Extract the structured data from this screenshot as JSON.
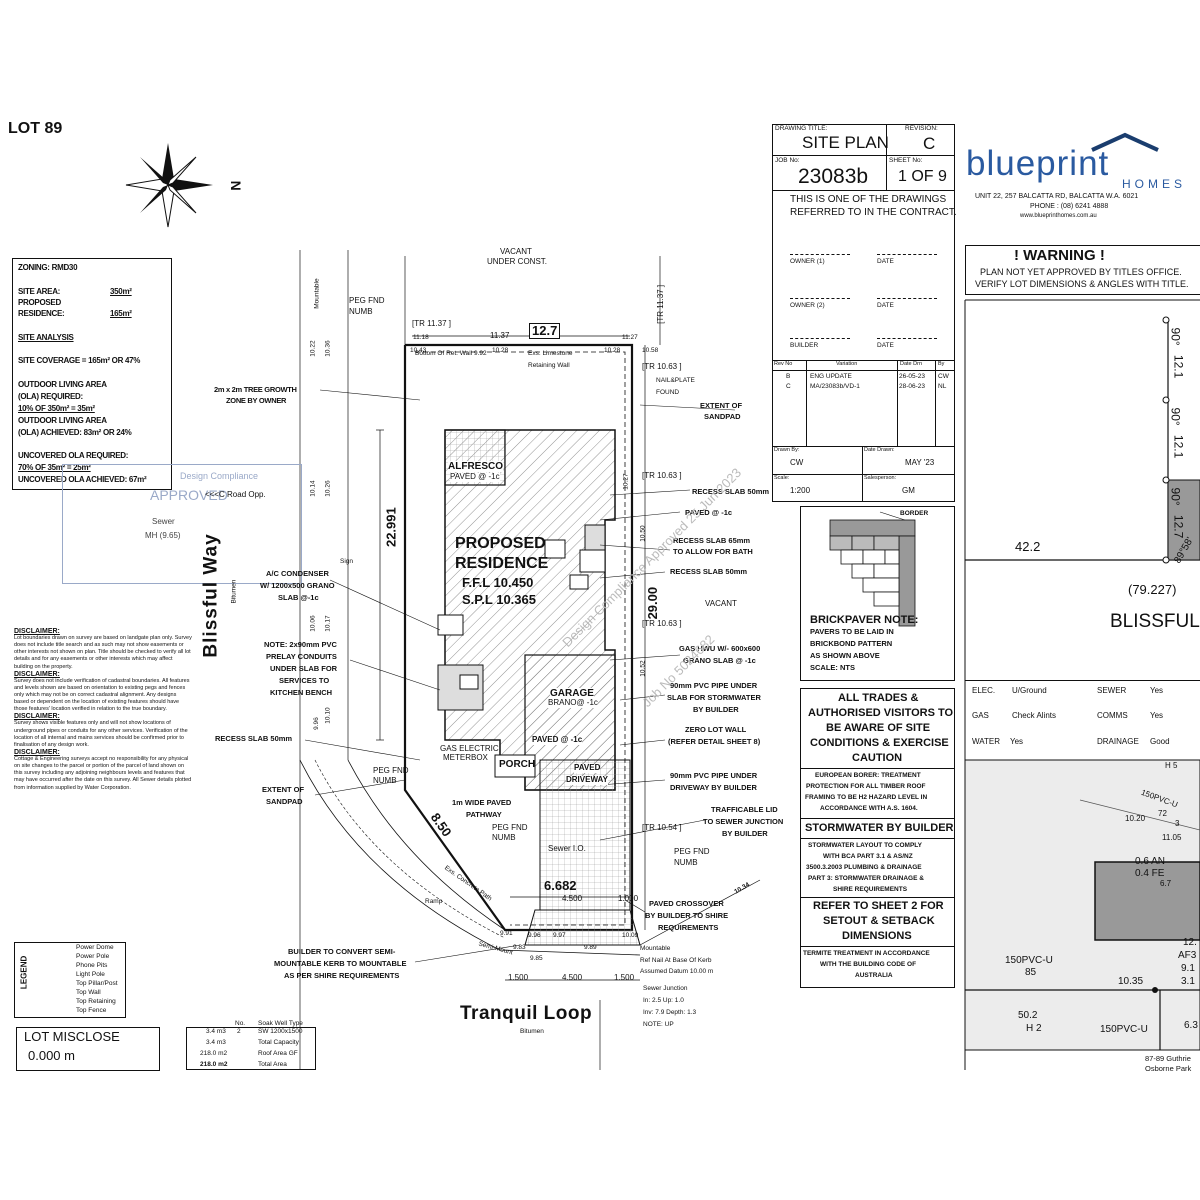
{
  "lot_label": "LOT 89",
  "north": "N",
  "street_left": "Blissful Way",
  "street_left_sub": "Bitumen",
  "street_bottom": "Tranquil Loop",
  "street_bottom_sub": "Bitumen",
  "zoning": {
    "zoning": "ZONING: RMD30",
    "site_area_label": "SITE AREA:",
    "site_area_value": "350m²",
    "proposed_label": "PROPOSED",
    "residence_label": "RESIDENCE:",
    "residence_value": "165m²",
    "site_analysis": "SITE ANALYSIS",
    "site_coverage": "SITE COVERAGE = 165m² OR 47%",
    "ola1": "OUTDOOR LIVING AREA",
    "ola2": "(OLA) REQUIRED:",
    "ola3": "10% OF 350m² = 35m²",
    "ola4": "OUTDOOR LIVING AREA",
    "ola5": "(OLA) ACHIEVED: 83m² OR 24%",
    "unc1": "UNCOVERED OLA REQUIRED:",
    "unc2": "70% OF 35m² = 25m²",
    "unc3": "UNCOVERED OLA ACHIEVED: 67m²"
  },
  "stamp": {
    "approved": "APPROVED",
    "design": "Design Compliance",
    "sewer": "Sewer",
    "mh": "MH (9.65)",
    "road_opp": "<<<C Road Opp."
  },
  "disclaimers": [
    {
      "title": "DISCLAIMER:",
      "body": "Lot boundaries drawn on survey are based on landgate plan only. Survey does not include title search and as such may not show easements or other interests not shown on plan. Title should be checked to verify all lot details and for any easements or other interests which may affect building on the property."
    },
    {
      "title": "DISCLAIMER:",
      "body": "Survey does not include verification of cadastral boundaries. All features and levels shown are based on orientation to existing pegs and fences only which may not be on correct cadastral alignment. Any designs based or dependent on the location of existing features should have those features' location verified in relation to the true boundary."
    },
    {
      "title": "DISCLAIMER:",
      "body": "Survey shows visible features only and will not show locations of underground pipes or conduits for any other services. Verification of the location of all internal and mains services should be confirmed prior to finalisation of any design work."
    },
    {
      "title": "DISCLAIMER:",
      "body": "Cottage & Engineering surveys accept no responsibility for any physical on site changes to the parcel or portion of the parcel of land shown on this survey including any adjoining neighbours levels and features that may have occurred after the date on this survey. All Sewer details plotted from information supplied by Water Corporation."
    }
  ],
  "legend": {
    "title": "LEGEND",
    "items": [
      "Power Dome",
      "Power Pole",
      "Phone Pits",
      "Light Pole",
      "Top Pillar/Post",
      "Top Wall",
      "Top Retaining",
      "Top Fence"
    ]
  },
  "misclose": {
    "label": "LOT MISCLOSE",
    "value": "0.000 m"
  },
  "soak": {
    "headers": [
      "No.",
      "Soak Well Type"
    ],
    "rows": [
      [
        "3.4 m3",
        "2",
        "SW 1200x1500"
      ],
      [
        "3.4 m3",
        "",
        "Total Capacity"
      ],
      [
        "218.0 m2",
        "",
        "Roof Area GF"
      ],
      [
        "218.0 m2",
        "",
        "Total Area"
      ]
    ]
  },
  "plan": {
    "proposed1": "PROPOSED",
    "proposed2": "RESIDENCE",
    "ffl": "F.F.L 10.450",
    "spl": "S.P.L 10.365",
    "alfresco": "ALFRESCO",
    "alfresco_sub": "PAVED @ -1c",
    "garage": "GARAGE",
    "garage_sub": "BRANO@ -1c",
    "porch": "PORCH",
    "paved_driveway1": "PAVED",
    "paved_driveway2": "DRIVEWAY",
    "paved_c1": "PAVED @ -1c",
    "paved_c2": "PAVED @ -1c",
    "dims": {
      "d22": "22.991",
      "d29": "29.00",
      "d127": "12.7",
      "d850": "8.50",
      "d6682": "6.682",
      "d1137": "11.37",
      "d4500a": "4.500",
      "d1500a": "1.500",
      "d4500b": "4.500",
      "d1500b": "1.500",
      "d1000": "1.000"
    },
    "vacant_top": "VACANT",
    "vacant_top2": "UNDER CONST.",
    "vacant_right": "VACANT",
    "peg1": "PEG FND",
    "peg1b": "NUMB",
    "peg2": "PEG FND",
    "peg2b": "NUMB",
    "peg3": "PEG FND",
    "peg3b": "NUMB",
    "peg4": "PEG FND",
    "peg4b": "NUMB",
    "mountable": "Mountable",
    "sign": "Sign",
    "ramp": "Ramp",
    "semi": "Semi-Mount",
    "sewer_io": "Sewer I.O.",
    "gas_electric": "GAS ELECTRIC",
    "meterbox": "METERBOX",
    "levels": {
      "l1": "10.43",
      "l2": "10.28",
      "l3": "10.28",
      "l4": "10.58",
      "l5": "11.18",
      "l6": "11.27",
      "l7": "10.22",
      "l8": "10.36",
      "l9": "10.14",
      "l10": "10.26",
      "l11": "10.06",
      "l12": "10.17",
      "l13": "10.10",
      "l14": "9.96",
      "l15": "9.83",
      "l16": "9.85",
      "l17": "9.89",
      "l18": "10.09",
      "l19": "9.91",
      "l20": "9.96",
      "l21": "9.97",
      "l22": "10.34",
      "l23": "10.27",
      "l24": "10.52",
      "l25": "10.50"
    },
    "tr1": "[TR 11.37 ]",
    "tr2": "[TR 10.63 ]",
    "tr3": "[TR 10.63 ]",
    "tr4": "[TR 10.63 ]",
    "tr5": "[TR 10.54 ]",
    "tr6": "[TR 11.37 ]",
    "bottom_ret": "Bottom Of Ret. Wall 9.92",
    "exs_lime": "Exs. Limestone",
    "ret_wall": "Retaining Wall",
    "ref_nail": "Ref Nail At Base Of Kerb",
    "datum": "Assumed Datum 10.00 m",
    "sewer_junction": "Sewer Junction",
    "inv1": "In: 2.5 Up: 1.0",
    "inv2": "Inv: 7.9 Depth: 1.3",
    "note_up": "NOTE: UP",
    "mountable2": "Mountable",
    "conc_path": "Exs. Concrete Path"
  },
  "callouts": {
    "tree": [
      "2m x 2m TREE GROWTH",
      "ZONE BY OWNER"
    ],
    "nail": [
      "NAIL&PLATE",
      "FOUND"
    ],
    "sandpad1": [
      "EXTENT OF",
      "SANDPAD"
    ],
    "recess1": "RECESS SLAB 50mm",
    "paved_c": "PAVED @ -1c",
    "recess65": [
      "RECESS SLAB 65mm",
      "TO ALLOW FOR BATH"
    ],
    "recess50b": "RECESS SLAB 50mm",
    "ac": [
      "A/C CONDENSER",
      "W/ 1200x500 GRANO",
      "SLAB @-1c"
    ],
    "pvc": [
      "NOTE: 2x90mm PVC",
      "PRELAY CONDUITS",
      "UNDER SLAB FOR",
      "SERVICES TO",
      "KITCHEN BENCH"
    ],
    "gas": [
      "GAS HWU W/- 600x600",
      "GRANO SLAB @ -1c"
    ],
    "pipe90": [
      "90mm PVC PIPE UNDER",
      "SLAB FOR STORMWATER",
      "BY BUILDER"
    ],
    "zero": [
      "ZERO LOT WALL",
      "(REFER DETAIL SHEET 8)"
    ],
    "recess50c": "RECESS SLAB 50mm",
    "pipe90b": [
      "90mm PVC PIPE UNDER",
      "DRIVEWAY BY BUILDER"
    ],
    "sandpad2": [
      "EXTENT OF",
      "SANDPAD"
    ],
    "pathway": [
      "1m WIDE PAVED",
      "PATHWAY"
    ],
    "trafficable": [
      "TRAFFICABLE LID",
      "TO SEWER JUNCTION",
      "BY BUILDER"
    ],
    "crossover": [
      "PAVED CROSSOVER",
      "BY BUILDER TO SHIRE",
      "REQUIREMENTS"
    ],
    "kerb": [
      "BUILDER TO CONVERT SEMI-",
      "MOUNTABLE KERB TO MOUNTABLE",
      "AS PER SHIRE REQUIREMENTS"
    ]
  },
  "title_block": {
    "drawing_title_label": "DRAWING TITLE:",
    "drawing_title": "SITE PLAN",
    "revision_label": "REVISION:",
    "revision": "C",
    "job_label": "JOB No:",
    "job_no": "23083b",
    "sheet_label": "SHEET No:",
    "sheet": "1 OF 9",
    "contract1": "THIS IS ONE OF THE DRAWINGS",
    "contract2": "REFERRED TO IN THE CONTRACT.",
    "owner1": "OWNER (1)",
    "owner2": "OWNER (2)",
    "builder": "BUILDER",
    "date": "DATE",
    "rev_headers": [
      "Rev No",
      "Variation",
      "Date Drn",
      "By"
    ],
    "revs": [
      [
        "B",
        "ENG UPDATE",
        "26-05-23",
        "CW"
      ],
      [
        "C",
        "MA/23083b/VD-1",
        "28-06-23",
        "NL"
      ]
    ],
    "drawn_by_label": "Drawn By:",
    "drawn_by": "CW",
    "date_drawn_label": "Date Drawn:",
    "date_drawn": "MAY '23",
    "scale_label": "Scale:",
    "scale": "1:200",
    "salesperson_label": "Salesperson:",
    "salesperson": "GM"
  },
  "company": {
    "brand1": "blueprint",
    "brand2": "HOMES",
    "addr": "UNIT 22, 257 BALCATTA RD, BALCATTA W.A. 6021",
    "phone": "PHONE : (08) 6241 4888",
    "web": "www.blueprinthomes.com.au"
  },
  "warning": {
    "title": "!  WARNING  !",
    "line1": "PLAN NOT YET APPROVED BY TITLES OFFICE.",
    "line2": "VERIFY LOT DIMENSIONS & ANGLES WITH TITLE."
  },
  "brickpaver": {
    "border": "BORDER",
    "title": "BRICKPAVER NOTE:",
    "l1": "PAVERS TO BE LAID IN",
    "l2": "BRICKBOND PATTERN",
    "l3": "AS SHOWN ABOVE",
    "l4": "SCALE: NTS"
  },
  "notes": {
    "trades": [
      "ALL TRADES &",
      "AUTHORISED VISITORS TO",
      "BE AWARE OF SITE",
      "CONDITIONS & EXERCISE",
      "CAUTION"
    ],
    "borer": [
      "EUROPEAN BORER: TREATMENT",
      "PROTECTION FOR ALL TIMBER ROOF",
      "FRAMING TO BE H2 HAZARD LEVEL IN",
      "ACCORDANCE WITH A.S. 1604."
    ],
    "storm_title": "STORMWATER BY BUILDER",
    "storm": [
      "STORMWATER LAYOUT TO COMPLY",
      "WITH BCA PART 3.1 & AS/NZ",
      "3500.3.2003 PLUMBING & DRAINAGE",
      "PART 3: STORMWATER DRAINAGE &",
      "SHIRE REQUIREMENTS"
    ],
    "refer": [
      "REFER TO SHEET 2 FOR",
      "SETOUT & SETBACK",
      "DIMENSIONS"
    ],
    "termite": [
      "TERMITE TREATMENT IN ACCORDANCE",
      "WITH THE BUILDING CODE OF",
      "AUSTRALIA"
    ]
  },
  "right_panel": {
    "angles": [
      "90°",
      "12.1",
      "90°",
      "12.1",
      "90°",
      "12.7",
      "89°58'"
    ],
    "d422": "42.2",
    "d79": "(79.227)",
    "blissful": "BLISSFUL",
    "services": [
      [
        "ELEC.",
        "U/Ground",
        "SEWER",
        "Yes"
      ],
      [
        "GAS",
        "Check Alints",
        "COMMS",
        "Yes"
      ],
      [
        "WATER",
        "Yes",
        "DRAINAGE",
        "Good"
      ]
    ],
    "map": {
      "h5": "H 5",
      "pvc1": "150PVC-U",
      "n72": "72",
      "n1020": "10.20",
      "n3": "3",
      "n1105": "11.05",
      "six_an": "0.6 AN",
      "four_fe": "0.4 FE",
      "six": "6.7",
      "pvc2": "150PVC-U",
      "n85": "85",
      "n1035": "10.35",
      "n502": "50.2",
      "h2": "H 2",
      "pvc3": "150PVC-U",
      "n12": "12.",
      "af": "AF3",
      "n91": "9.1",
      "n31": "3.1",
      "n63": "6.3",
      "addr": "87-89 Guthrie",
      "suburb": "Osborne Park"
    }
  },
  "watermark": [
    "Design Compliance Approved 25 Jun 2023",
    "Job No 5024682"
  ]
}
